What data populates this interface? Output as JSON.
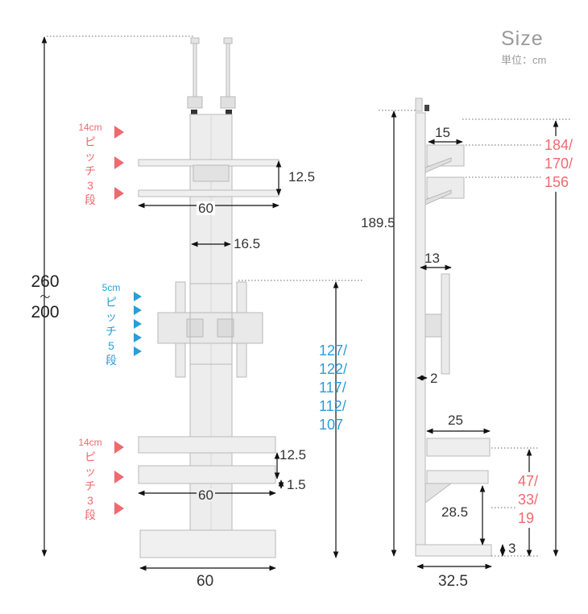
{
  "header": {
    "title": "Size",
    "unit": "単位：cm"
  },
  "front": {
    "total_height_top": "260",
    "total_height_sep": "〜",
    "total_height_bottom": "200",
    "upper_shelf_pitch": {
      "top": "14cm",
      "lines": [
        "ピ",
        "ッ",
        "チ",
        "3",
        "段"
      ]
    },
    "bracket_pitch": {
      "top": "5cm",
      "lines": [
        "ピ",
        "ッ",
        "チ",
        "5",
        "段"
      ]
    },
    "lower_shelf_pitch": {
      "top": "14cm",
      "lines": [
        "ピ",
        "ッ",
        "チ",
        "3",
        "段"
      ]
    },
    "upper_shelf_gap": "12.5",
    "upper_shelf_width": "60",
    "pole_width": "16.5",
    "bracket_height_lines": [
      "127/",
      "122/",
      "117/",
      "112/",
      "107"
    ],
    "lower_shelf_gap": "12.5",
    "lower_shelf_thickness": "1.5",
    "lower_shelf_width": "60",
    "base_width": "60"
  },
  "side": {
    "pole_height": "189.5",
    "upper_shelf_depth": "15",
    "upper_shelf_height_lines": [
      "184/",
      "170/",
      "156"
    ],
    "bracket_depth": "13",
    "pole_gap": "2",
    "lower_shelf_depth": "25",
    "lower_shelf_height_lines": [
      "47/",
      "33/",
      "19"
    ],
    "lowest_shelf_height": "28.5",
    "base_thickness": "3",
    "base_depth": "32.5"
  },
  "colors": {
    "accent_red": "#ef6a6f",
    "accent_blue": "#2a9ed8",
    "line": "#111111",
    "furniture": "#eeeeee"
  }
}
